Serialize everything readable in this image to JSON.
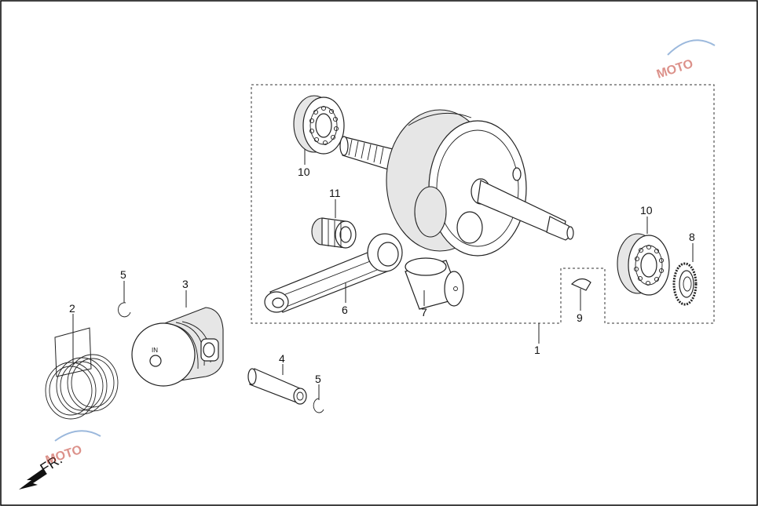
{
  "diagram": {
    "callouts": {
      "c1": "1",
      "c2": "2",
      "c3": "3",
      "c4": "4",
      "c5a": "5",
      "c5b": "5",
      "c6": "6",
      "c7": "7",
      "c8": "8",
      "c9": "9",
      "c10a": "10",
      "c10b": "10",
      "c11": "11"
    },
    "piston_mark": "IN",
    "direction_label": "FR.",
    "watermark_text": "MOTO",
    "colors": {
      "line": "#222222",
      "watermark": "#c0392b"
    }
  }
}
